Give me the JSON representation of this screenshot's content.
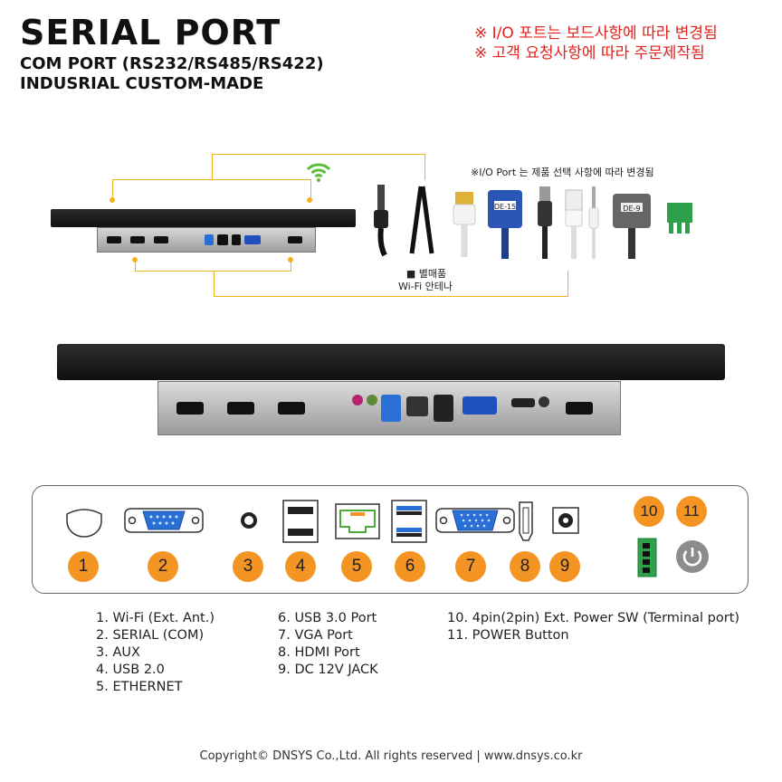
{
  "header": {
    "title": "SERIAL PORT",
    "subtitle1": "COM PORT (RS232/RS485/RS422)",
    "subtitle2": "INDUSRIAL CUSTOM-MADE",
    "note1": "※ I/O 포트는 보드사항에 따라 변경됨",
    "note2": "※ 고객 요청사항에 따라 주문제작됨"
  },
  "diagram": {
    "io_note": "※I/O Port 는 제품 선택 사항에 따라 변경됨",
    "antenna_label": "■ 별매품",
    "antenna_label2": "Wi-Fi 안테나",
    "de15": "DE-15",
    "de9": "DE-9"
  },
  "ports": [
    {
      "num": "1",
      "name": "Wi-Fi (Ext. Ant.)"
    },
    {
      "num": "2",
      "name": "SERIAL (COM)"
    },
    {
      "num": "3",
      "name": "AUX"
    },
    {
      "num": "4",
      "name": "USB 2.0"
    },
    {
      "num": "5",
      "name": "ETHERNET"
    },
    {
      "num": "6",
      "name": "USB 3.0 Port"
    },
    {
      "num": "7",
      "name": "VGA Port"
    },
    {
      "num": "8",
      "name": "HDMI Port"
    },
    {
      "num": "9",
      "name": "DC 12V JACK"
    },
    {
      "num": "10",
      "name": "4pin(2pin)  Ext. Power SW (Terminal port)"
    },
    {
      "num": "11",
      "name": "POWER Button"
    }
  ],
  "list": [
    "1. Wi-Fi (Ext. Ant.)",
    "2. SERIAL (COM)",
    "3. AUX",
    "4. USB 2.0",
    "5. ETHERNET",
    "6. USB 3.0 Port",
    "7. VGA Port",
    "8. HDMI Port",
    "9. DC 12V JACK",
    "10. 4pin(2pin)  Ext. Power SW (Terminal port)",
    "11. POWER Button"
  ],
  "footer": {
    "copyright": "Copyright©  DNSYS Co.,Ltd.  All rights reserved | www.dnsys.co.kr"
  },
  "colors": {
    "accent_orange": "#f39423",
    "connector_yellow": "#f2b21a",
    "note_red": "#e2221c"
  }
}
